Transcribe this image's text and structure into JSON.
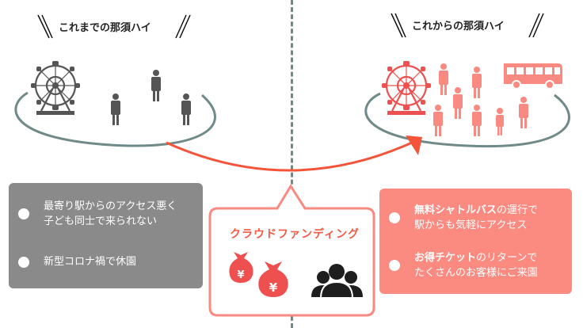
{
  "before": {
    "title": "これまでの那須ハイ",
    "items": [
      {
        "line1": "最寄り駅からのアクセス悪く",
        "line2": "子ども同士で来られない"
      },
      {
        "line1": "新型コロナ禍で休園"
      }
    ]
  },
  "after": {
    "title": "これからの那須ハイ",
    "items": [
      {
        "line1_bold": "無料シャトルバス",
        "line1_rest": "の運行で",
        "line2": "駅からも気軽にアクセス"
      },
      {
        "line1_bold": "お得チケット",
        "line1_rest": "のリターンで",
        "line2": "たくさんのお客様にご来園"
      }
    ]
  },
  "center": {
    "label": "クラウドファンディング",
    "yen_symbol": "¥"
  },
  "colors": {
    "gray_box": "#8a8a8a",
    "red_box": "#fb8a80",
    "accent_red": "#f25a45",
    "arrow": "#f4553a",
    "ellipse": "#6f8a88",
    "gray_icon": "#555555",
    "pink_icon": "#f98a82",
    "wheel_red": "#ee4f4f"
  }
}
